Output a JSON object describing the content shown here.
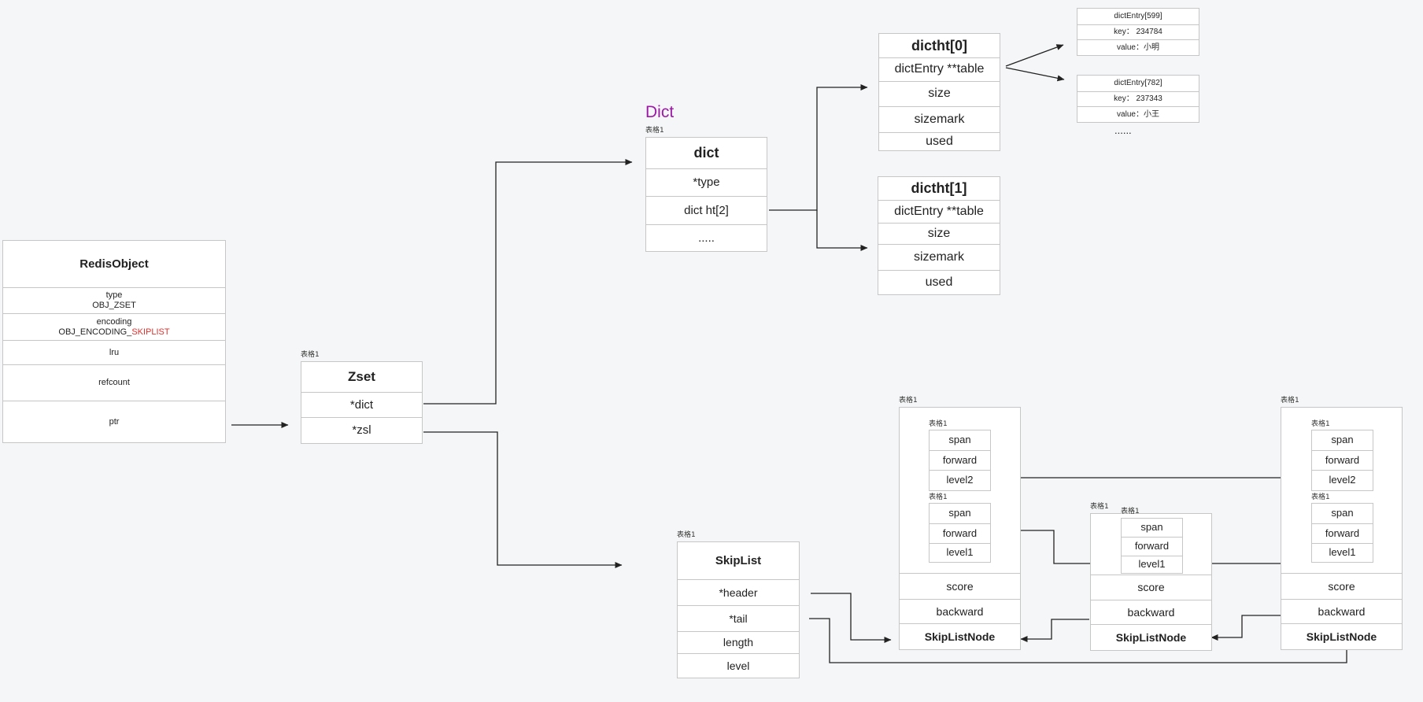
{
  "table_tag": "表格1",
  "dict_label": "Dict",
  "redis_object": {
    "title": "RedisObject",
    "type_label": "type",
    "type_value": "OBJ_ZSET",
    "encoding_label": "encoding",
    "encoding_prefix": "OBJ_ENCODING_",
    "encoding_suffix": "SKIPLIST",
    "lru": "lru",
    "refcount": "refcount",
    "ptr": "ptr"
  },
  "zset": {
    "title": "Zset",
    "dict": "*dict",
    "zsl": "*zsl"
  },
  "dict": {
    "title": "dict",
    "type": "*type",
    "ht": "dict ht[2]",
    "more": "....."
  },
  "dictht0": {
    "title": "dictht[0]",
    "table": "dictEntry **table",
    "size": "size",
    "sizemark": "sizemark",
    "used": "used"
  },
  "dictht1": {
    "title": "dictht[1]",
    "table": "dictEntry **table",
    "size": "size",
    "sizemark": "sizemark",
    "used": "used"
  },
  "entry1": {
    "name": "dictEntry[599]",
    "key": "key：  234784",
    "value": "value：小明"
  },
  "entry2": {
    "name": "dictEntry[782]",
    "key": "key：  237343",
    "value": "value：小王"
  },
  "entries_more": "......",
  "skiplist": {
    "title": "SkipList",
    "header": "*header",
    "tail": "*tail",
    "length": "length",
    "level": "level"
  },
  "level_table_l2": {
    "span": "span",
    "forward": "forward",
    "level": "level2"
  },
  "level_table_l1": {
    "span": "span",
    "forward": "forward",
    "level": "level1"
  },
  "node": {
    "score": "score",
    "backward": "backward",
    "title": "SkipListNode"
  },
  "colors": {
    "accent": "#e0302c",
    "dict_label": "#9b1aa6",
    "border": "#c6c6c6",
    "line": "#222222"
  }
}
